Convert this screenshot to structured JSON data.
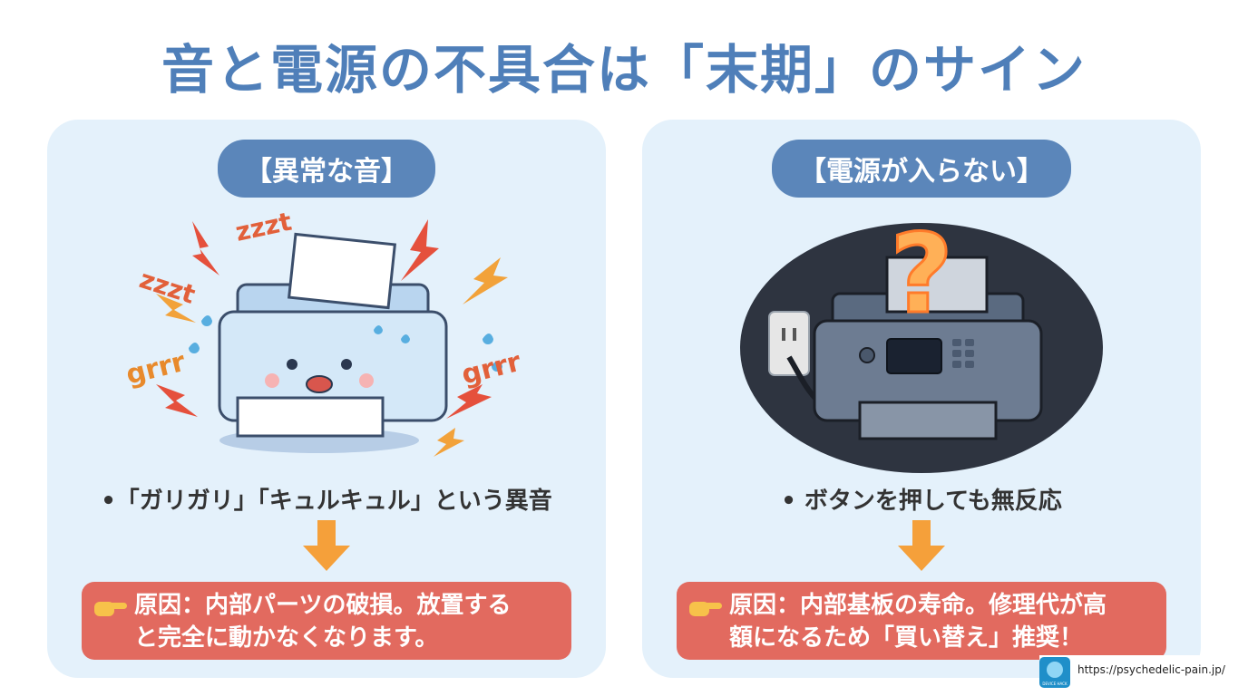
{
  "title": "音と電源の不具合は「末期」のサイン",
  "left_panel": {
    "heading": "【異常な音】",
    "sounds": {
      "zzzt_top": "zzzt",
      "zzzt_left": "zzzt",
      "grrr_left": "grrr",
      "grrr_right": "grrr"
    },
    "bullet": "•「ガリガリ」「キュルキュル」という異音",
    "reason_line1": "原因：内部パーツの破損。放置する",
    "reason_line2": "と完全に動かなくなります。"
  },
  "right_panel": {
    "heading": "【電源が入らない】",
    "question_mark": "?",
    "bullet": "• ボタンを押しても無反応",
    "reason_line1": "原因：内部基板の寿命。修理代が高",
    "reason_line2": "額になるため「買い替え」推奨！"
  },
  "footer": {
    "url": "https://psychedelic-pain.jp/",
    "logo_text": "DEVICE HACK"
  },
  "colors": {
    "title": "#4f7fb9",
    "panel_bg": "#e4f1fb",
    "pill": "#5b86ba",
    "reason_bg": "#e26a5f",
    "arrow": "#f5a03a",
    "sound_text": "#e2603a"
  }
}
